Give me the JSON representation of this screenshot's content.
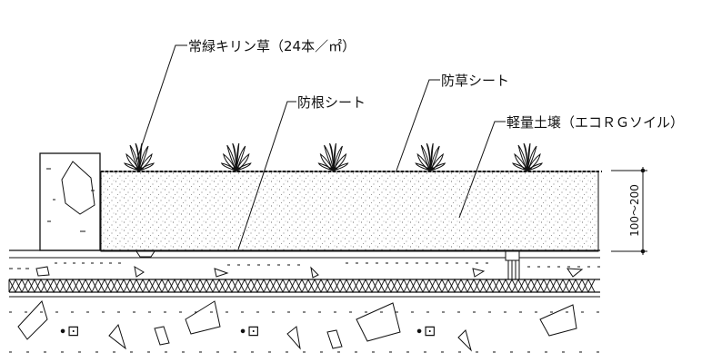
{
  "labels": {
    "plant": "常緑キリン草（24本／㎡）",
    "root_barrier": "防根シート",
    "weed_sheet": "防草シート",
    "soil": "軽量土壌（エコＲＧソイル）"
  },
  "dimension": {
    "text": "100～200"
  },
  "plants": {
    "count": 5
  },
  "colors": {
    "line": "#111111",
    "background": "#ffffff"
  }
}
